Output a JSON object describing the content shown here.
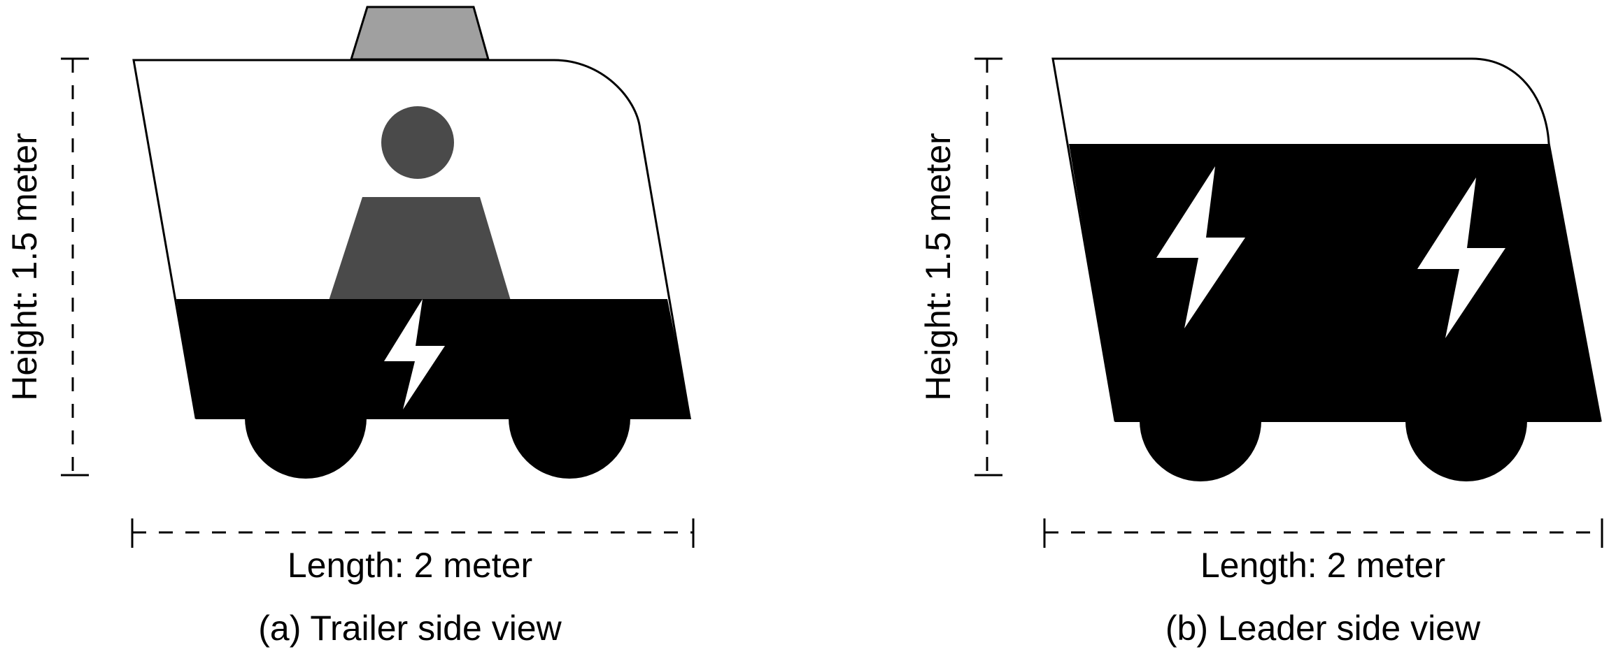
{
  "panels": {
    "trailer": {
      "height_label": "Height: 1.5 meter",
      "length_label": "Length: 2 meter",
      "caption": "(a) Trailer side view"
    },
    "leader": {
      "height_label": "Height: 1.5 meter",
      "length_label": "Length: 2 meter",
      "caption": "(b) Leader side view"
    }
  },
  "colors": {
    "body": "#000000",
    "window": "#ffffff",
    "passenger": "#4a4a4a",
    "roof_light": "#a0a0a0",
    "bolt": "#ffffff"
  }
}
